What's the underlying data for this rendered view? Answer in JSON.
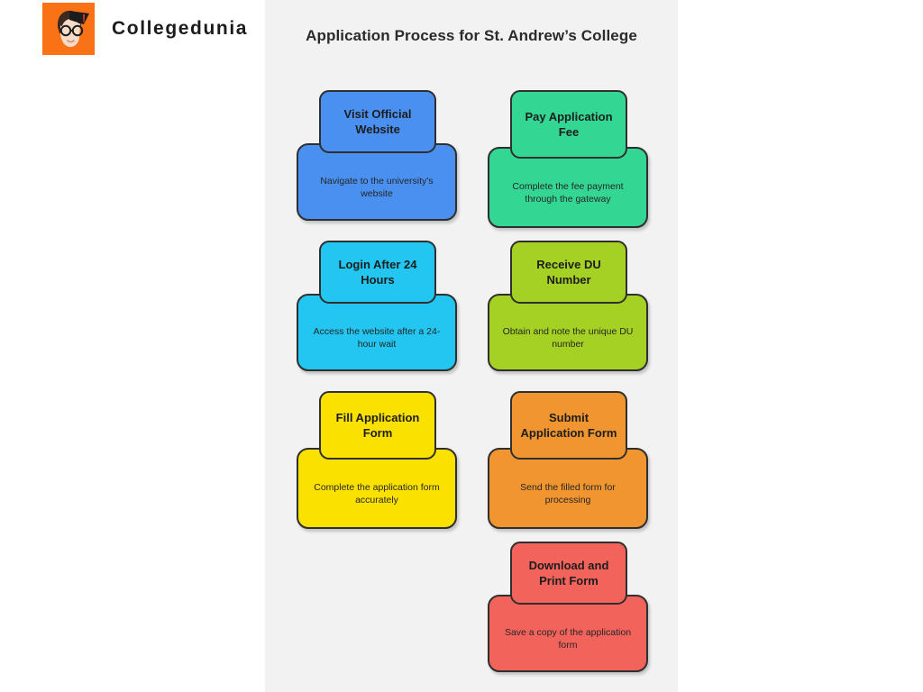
{
  "brand": {
    "name": "Collegedunia",
    "logo_icon": "graduate-avatar-icon",
    "logo_bg": "#F97316"
  },
  "canvas": {
    "background": "#f2f2f2",
    "title": "Application Process for St. Andrew’s College"
  },
  "chart_data": {
    "type": "diagram",
    "title": "Application Process for St. Andrew’s College",
    "layout": "two-column-step-cards",
    "columns": 2,
    "rows": 4,
    "steps": [
      {
        "index": 1,
        "title": "Visit Official Website",
        "description": "Navigate to the university’s website",
        "color": "#4A90F0",
        "column": "left",
        "row": 1
      },
      {
        "index": 2,
        "title": "Pay Application Fee",
        "description": "Complete the fee payment through the gateway",
        "color": "#34D693",
        "column": "right",
        "row": 1
      },
      {
        "index": 3,
        "title": "Login After 24 Hours",
        "description": "Access the website after a 24-hour wait",
        "color": "#22C6F0",
        "column": "left",
        "row": 2
      },
      {
        "index": 4,
        "title": "Receive DU Number",
        "description": "Obtain and note the unique DU number",
        "color": "#A5D124",
        "column": "right",
        "row": 2
      },
      {
        "index": 5,
        "title": "Fill Application Form",
        "description": "Complete the application form accurately",
        "color": "#FAE100",
        "column": "left",
        "row": 3
      },
      {
        "index": 6,
        "title": "Submit Application Form",
        "description": "Send the filled form for processing",
        "color": "#F0952F",
        "column": "right",
        "row": 3
      },
      {
        "index": 7,
        "title": "Download and Print Form",
        "description": "Save a copy of the application form",
        "color": "#F2635C",
        "column": "right",
        "row": 4
      }
    ]
  }
}
